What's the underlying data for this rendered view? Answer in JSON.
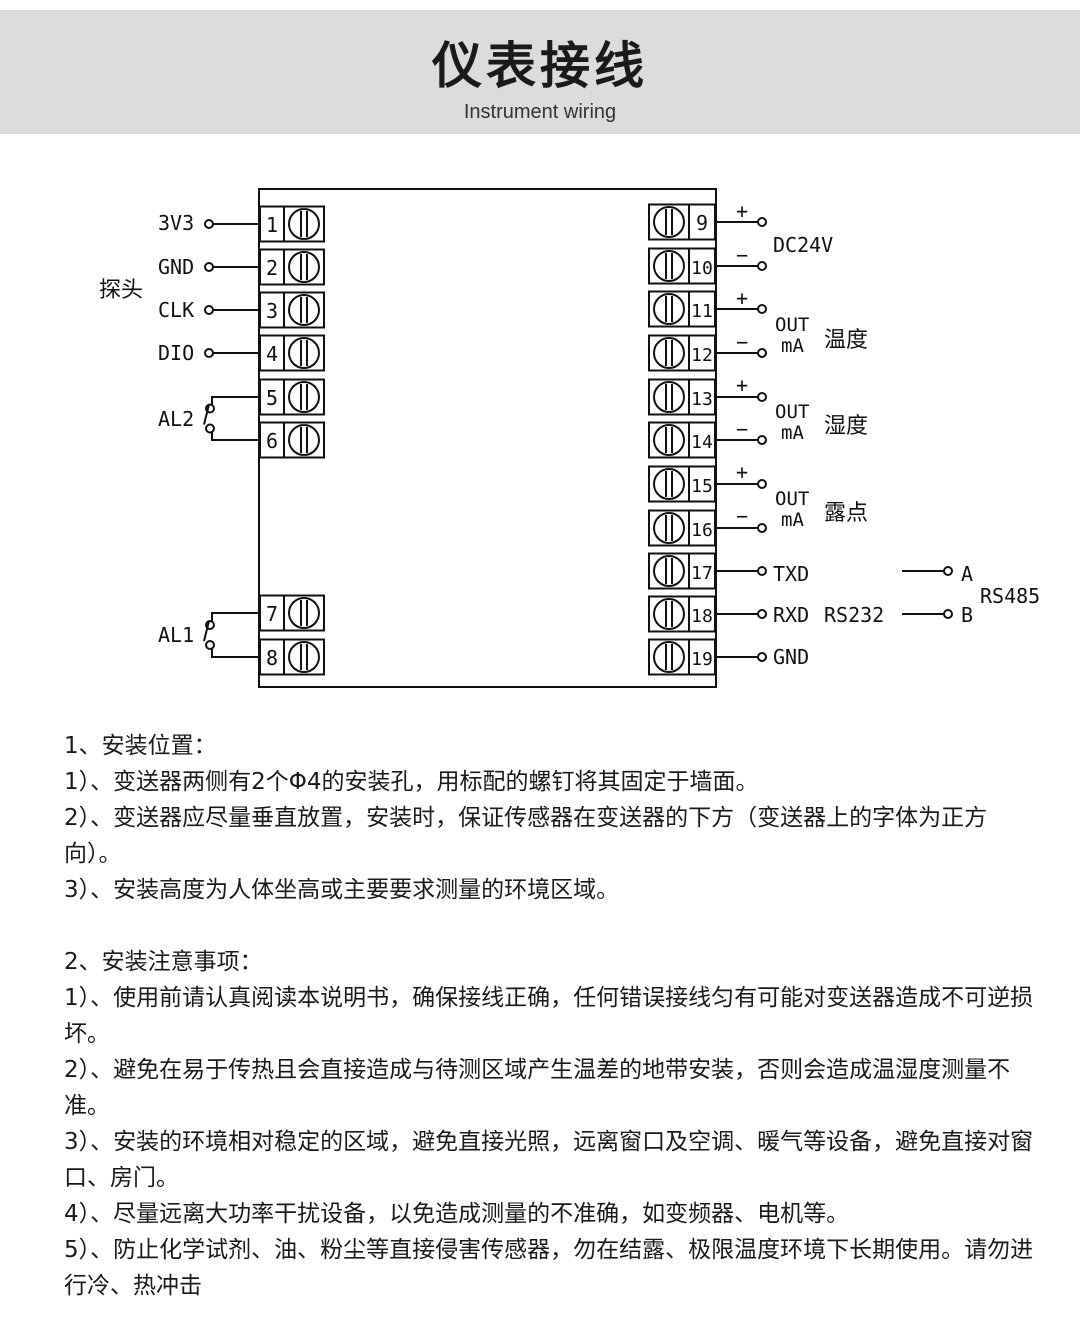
{
  "header": {
    "title": "仪表接线",
    "subtitle": "Instrument wiring"
  },
  "diagram": {
    "left_terminals": [
      {
        "num": "1",
        "label": "3V3"
      },
      {
        "num": "2",
        "label": "GND"
      },
      {
        "num": "3",
        "label": "CLK"
      },
      {
        "num": "4",
        "label": "DIO"
      },
      {
        "num": "5",
        "label": ""
      },
      {
        "num": "6",
        "label": ""
      },
      {
        "num": "7",
        "label": ""
      },
      {
        "num": "8",
        "label": ""
      }
    ],
    "right_terminals": [
      {
        "num": "9",
        "label": ""
      },
      {
        "num": "10",
        "label": ""
      },
      {
        "num": "11",
        "label": ""
      },
      {
        "num": "12",
        "label": ""
      },
      {
        "num": "13",
        "label": ""
      },
      {
        "num": "14",
        "label": ""
      },
      {
        "num": "15",
        "label": ""
      },
      {
        "num": "16",
        "label": ""
      },
      {
        "num": "17",
        "label": "TXD"
      },
      {
        "num": "18",
        "label": "RXD"
      },
      {
        "num": "19",
        "label": "GND"
      }
    ],
    "probe_label": "探头",
    "al2_label": "AL2",
    "al1_label": "AL1",
    "plus_sign": "+",
    "minus_sign": "−",
    "dc_label": "DC24V",
    "out_label": "OUT",
    "ma_label": "mA",
    "outputs": [
      "温度",
      "湿度",
      "露点"
    ],
    "rs232_label": "RS232",
    "rs485_label": "RS485",
    "rs485_a": "A",
    "rs485_b": "B"
  },
  "notes": {
    "install_position": {
      "heading": "1、安装位置：",
      "items": [
        "1）、变送器两侧有2个Φ4的安装孔，用标配的螺钉将其固定于墙面。",
        "2）、变送器应尽量垂直放置，安装时，保证传感器在变送器的下方（变送器上的字体为正方向）。",
        "3）、安装高度为人体坐高或主要要求测量的环境区域。"
      ]
    },
    "install_notes": {
      "heading": "2、安装注意事项：",
      "items": [
        "1）、使用前请认真阅读本说明书，确保接线正确，任何错误接线匀有可能对变送器造成不可逆损坏。",
        "2）、避免在易于传热且会直接造成与待测区域产生温差的地带安装，否则会造成温湿度测量不准。",
        "3）、安装的环境相对稳定的区域，避免直接光照，远离窗口及空调、暖气等设备，避免直接对窗口、房门。",
        "4）、尽量远离大功率干扰设备，以免造成测量的不准确，如变频器、电机等。",
        "5）、防止化学试剂、油、粉尘等直接侵害传感器，勿在结露、极限温度环境下长期使用。请勿进行冷、热冲击"
      ]
    }
  }
}
